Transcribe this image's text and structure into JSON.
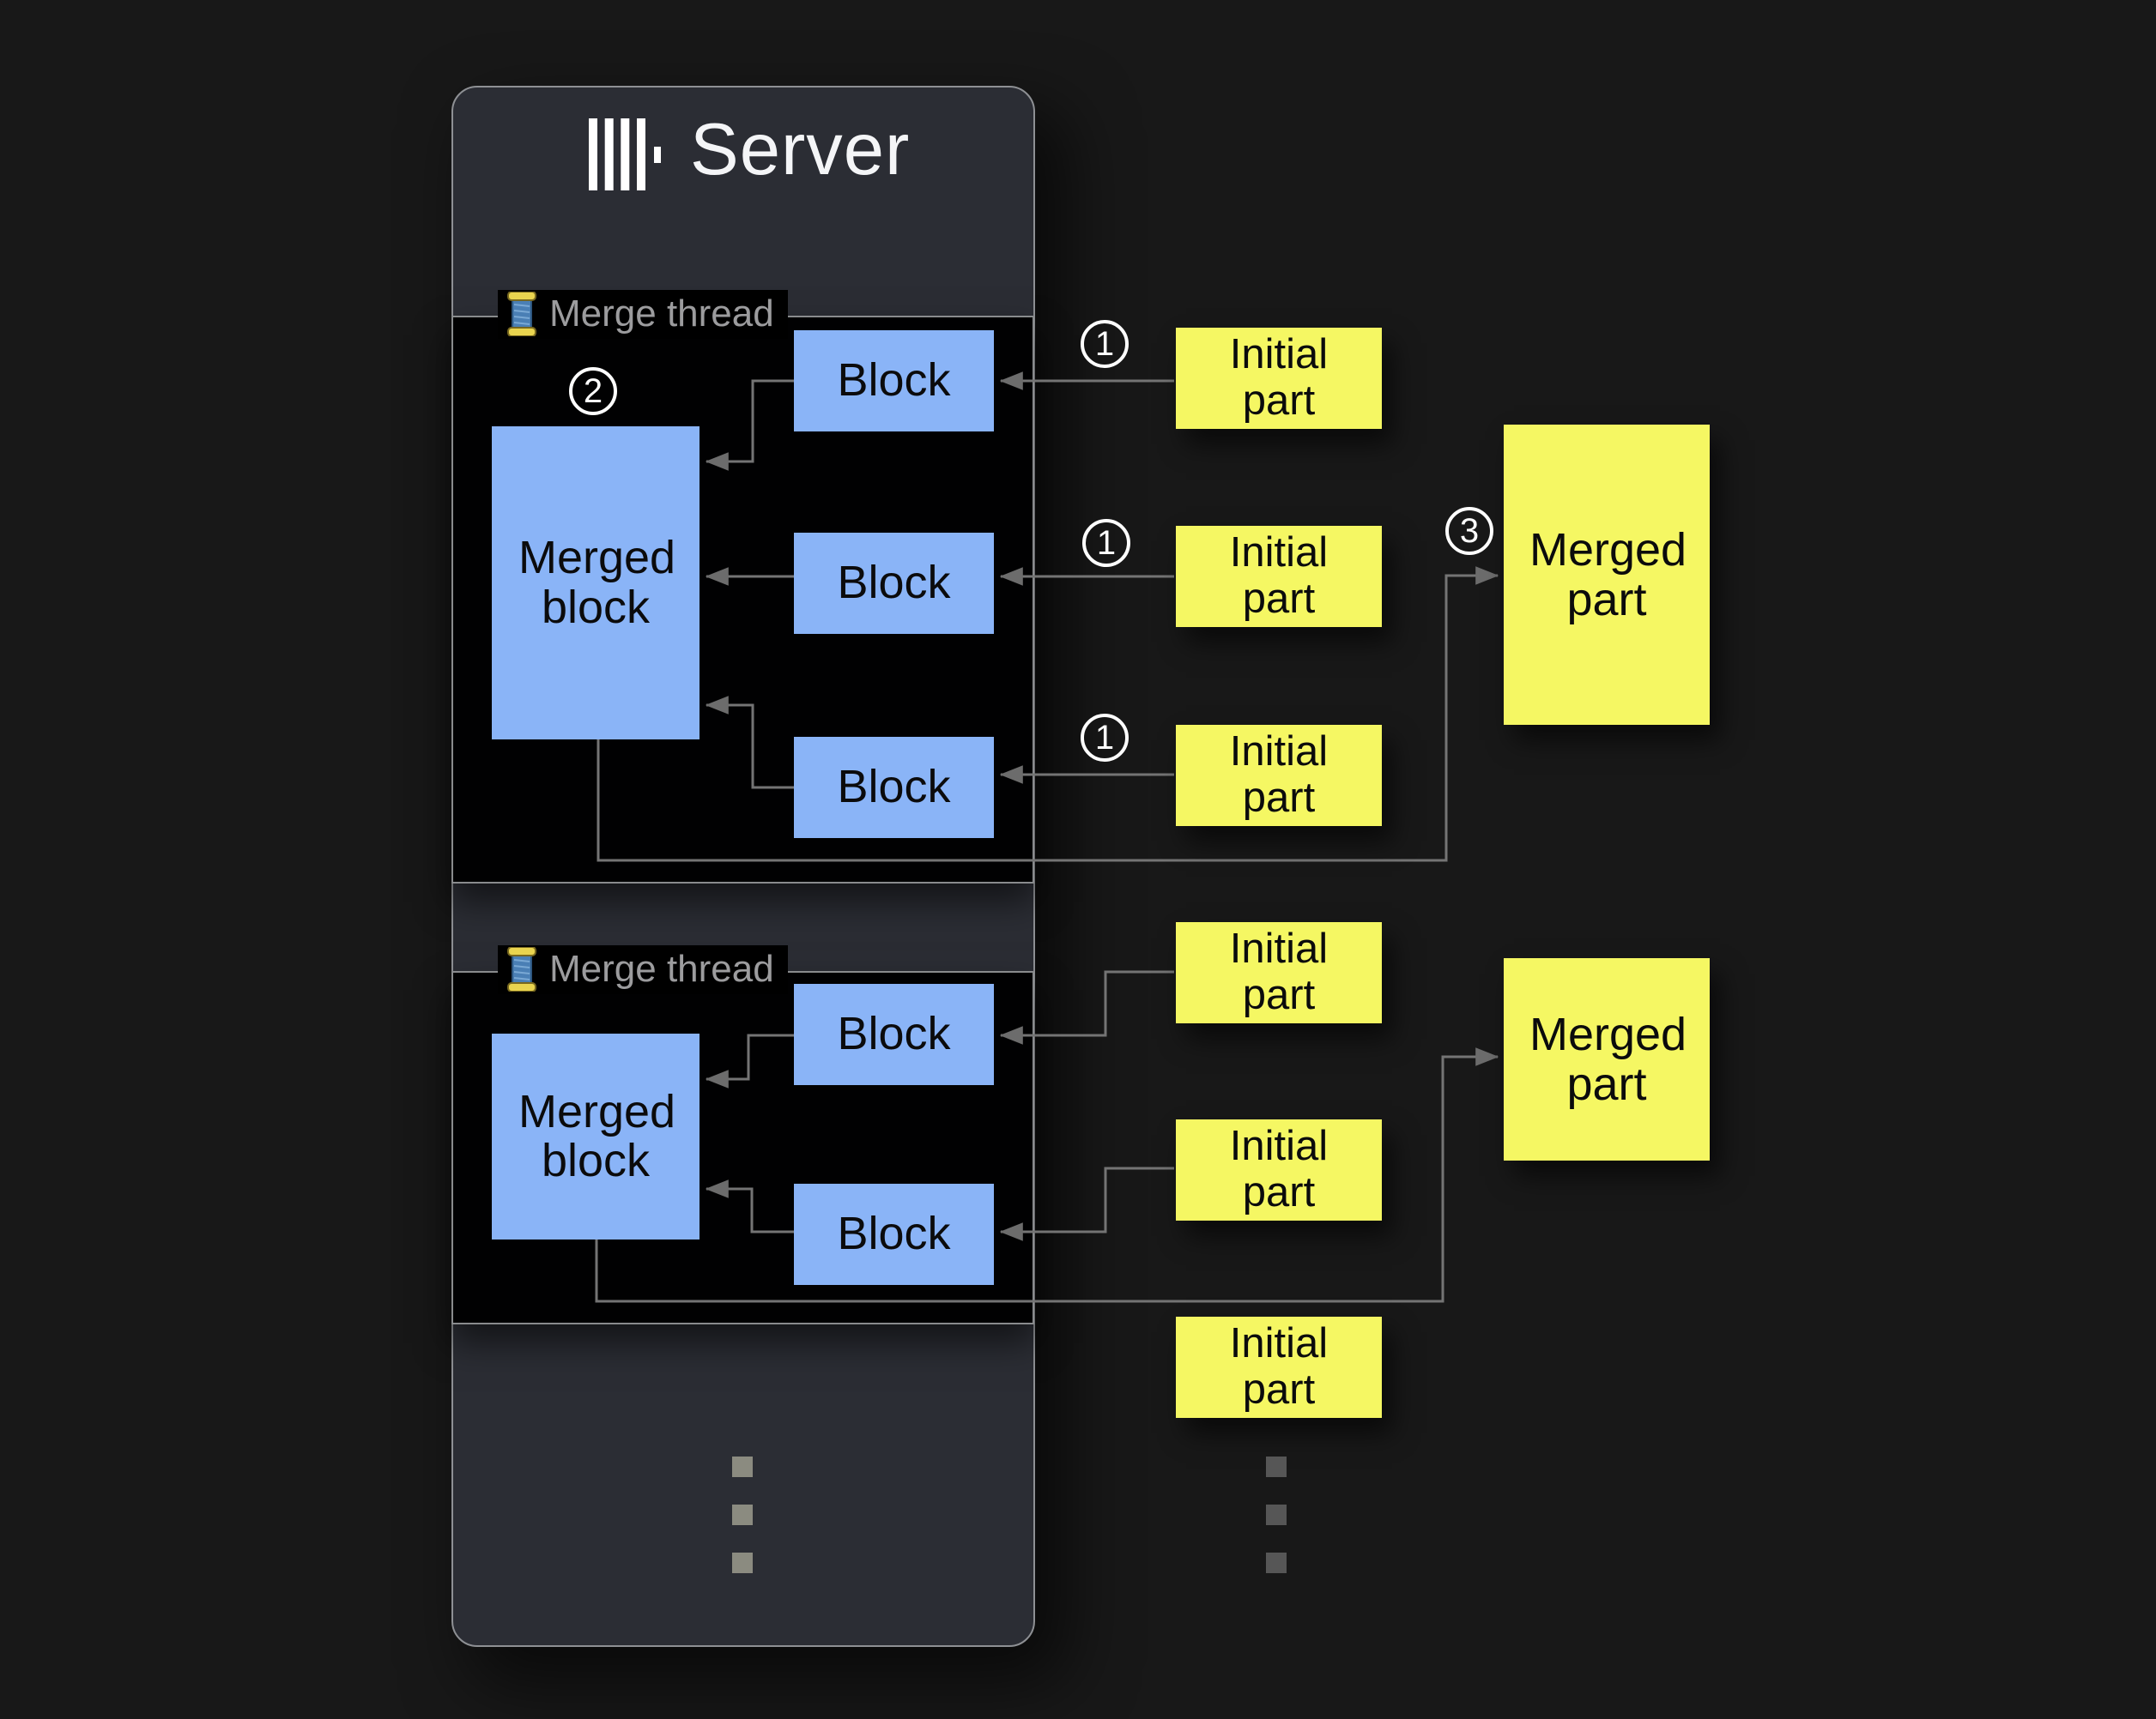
{
  "server": {
    "title": "Server"
  },
  "icons": {
    "logo": "clickhouse-bars-logo",
    "thread": "thread-spool-icon"
  },
  "threads": [
    {
      "label": "Merge thread",
      "badge": "2",
      "merged_block": {
        "label": "Merged block"
      },
      "blocks": [
        {
          "label": "Block"
        },
        {
          "label": "Block"
        },
        {
          "label": "Block"
        }
      ]
    },
    {
      "label": "Merge thread",
      "merged_block": {
        "label": "Merged block"
      },
      "blocks": [
        {
          "label": "Block"
        },
        {
          "label": "Block"
        }
      ]
    }
  ],
  "initial_parts": {
    "group1": [
      {
        "label": "Initial part",
        "badge": "1"
      },
      {
        "label": "Initial part",
        "badge": "1"
      },
      {
        "label": "Initial part",
        "badge": "1"
      }
    ],
    "group2": [
      {
        "label": "Initial part"
      },
      {
        "label": "Initial part"
      },
      {
        "label": "Initial part"
      }
    ]
  },
  "merged_parts": [
    {
      "label": "Merged part",
      "badge": "3"
    },
    {
      "label": "Merged part"
    }
  ],
  "colors": {
    "background": "#181818",
    "server_panel": "#2b2d34",
    "thread_panel": "#010102",
    "block_blue": "#8ab4f7",
    "part_yellow": "#f5f763",
    "arrow_gray": "#747474",
    "border_gray": "#898b8d",
    "label_gray": "#9c9c9e"
  }
}
